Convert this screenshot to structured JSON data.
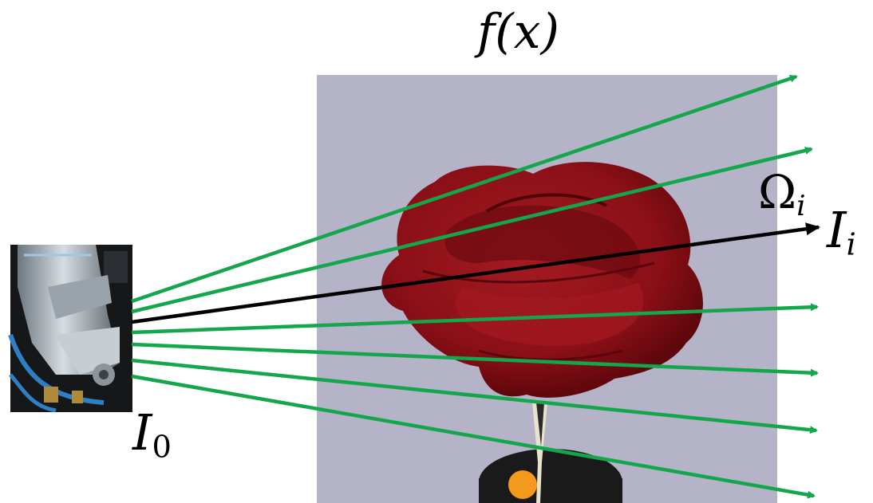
{
  "labels": {
    "object_function": "f(x)",
    "source_intensity_symbol": "I",
    "source_intensity_sub": "0",
    "detector_intensity_symbol": "I",
    "detector_intensity_sub": "i",
    "ray_path_symbol": "Ω",
    "ray_path_sub": "i"
  },
  "colors": {
    "background": "#ffffff",
    "sample_backdrop": "#b5b3c7",
    "green_rays": "#13a64b",
    "highlighted_ray": "#000000",
    "rose_red": "#8f0f17",
    "rose_dark": "#5e070c",
    "base_black": "#1a1a1a",
    "base_marker": "#f39a1d"
  },
  "illustrations": {
    "source": "x-ray-source-nozzle-icon",
    "object": "red-rose-sample"
  }
}
